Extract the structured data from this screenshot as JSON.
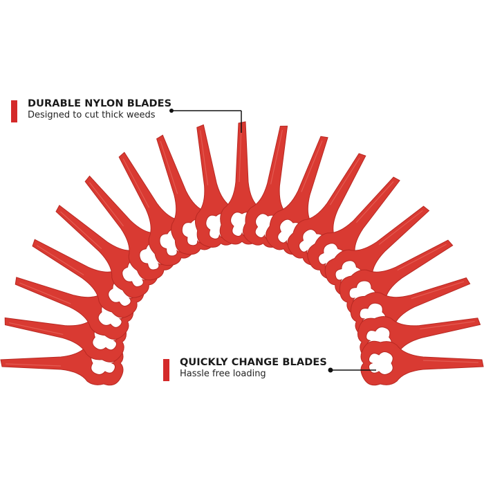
{
  "product": {
    "type": "grass trimmer replacement blades",
    "blade_count_shown": 19,
    "blade_color": "#d93a32",
    "background_color": "#ffffff"
  },
  "callouts": [
    {
      "title": "DURABLE NYLON BLADES",
      "subtitle": "Designed to cut thick weeds",
      "marker_color": "#d42a2a"
    },
    {
      "title": "QUICKLY CHANGE BLADES",
      "subtitle": "Hassle free loading",
      "marker_color": "#d42a2a"
    }
  ]
}
